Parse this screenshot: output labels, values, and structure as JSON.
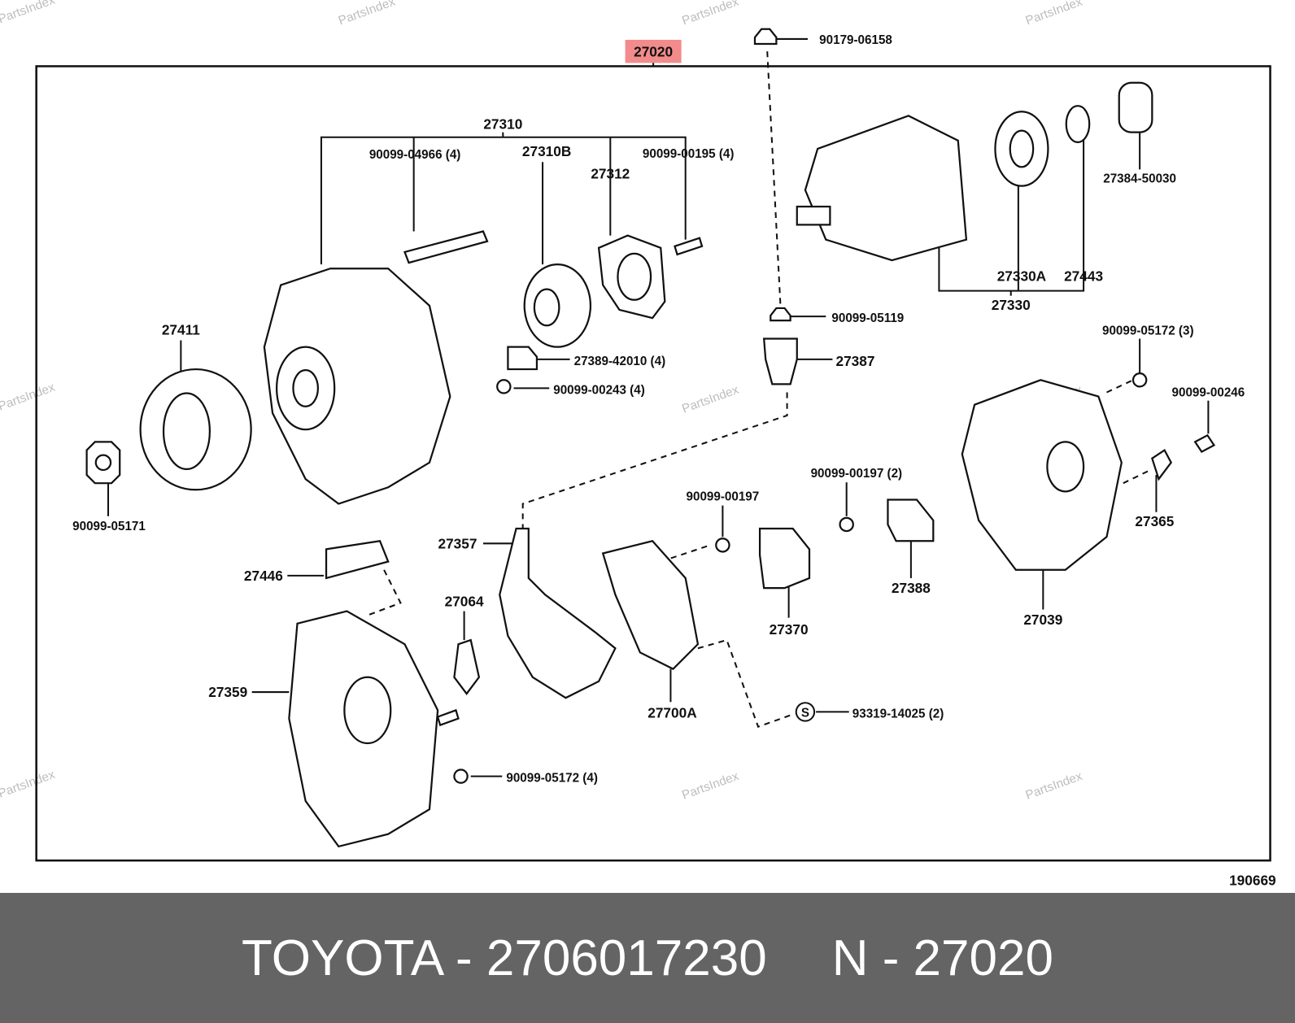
{
  "diagram": {
    "main_part": "27020",
    "highlight_color": "#f28b8b",
    "figure_number": "190669",
    "watermark": "PartsIndex",
    "labels": {
      "p90179_06158": "90179-06158",
      "p27310": "27310",
      "p90099_04966": "90099-04966 (4)",
      "p27310B": "27310B",
      "p27312": "27312",
      "p90099_00195": "90099-00195 (4)",
      "p27384_50030": "27384-50030",
      "p27330A": "27330A",
      "p27443": "27443",
      "p27330": "27330",
      "p90099_05119": "90099-05119",
      "p27411": "27411",
      "p27389_42010": "27389-42010 (4)",
      "p27387": "27387",
      "p90099_00243": "90099-00243 (4)",
      "p90099_05172_3": "90099-05172 (3)",
      "p90099_00246": "90099-00246",
      "p90099_05171": "90099-05171",
      "p90099_00197_2": "90099-00197 (2)",
      "p90099_00197": "90099-00197",
      "p27365": "27365",
      "p27357": "27357",
      "p27446": "27446",
      "p27388": "27388",
      "p27039": "27039",
      "p27064": "27064",
      "p27370": "27370",
      "p27359": "27359",
      "p27700A": "27700A",
      "p93319_14025": "93319-14025 (2)",
      "p90099_05172_4": "90099-05172 (4)",
      "s_symbol": "S"
    }
  },
  "footer": {
    "part_title": "TOYOTA - 2706017230",
    "ref_title": "N - 27020"
  }
}
